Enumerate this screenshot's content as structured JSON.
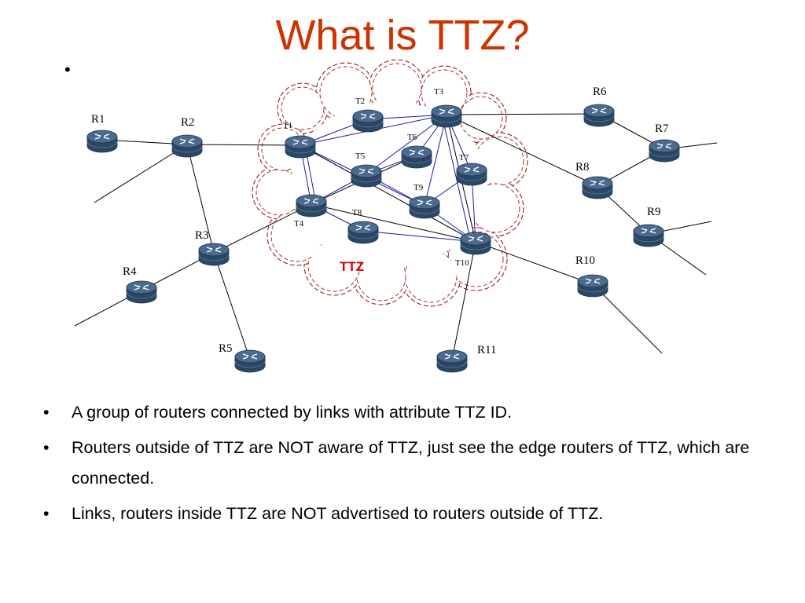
{
  "slide": {
    "title": "What is TTZ?",
    "stray_bullet": "•"
  },
  "diagram": {
    "zone_label": "TTZ",
    "outside_routers": [
      "R1",
      "R2",
      "R3",
      "R4",
      "R5",
      "R6",
      "R7",
      "R8",
      "R9",
      "R10",
      "R11"
    ],
    "ttz_routers": [
      "T1",
      "T2",
      "T3",
      "T4",
      "T5",
      "T6",
      "T7",
      "T8",
      "T9",
      "T10"
    ],
    "colors": {
      "title": "#cc3300",
      "outside_link": "#000000",
      "ttz_link": "#1a1aa8",
      "ttz_boundary": "#9b1c1c",
      "ttz_label": "#e00000",
      "router_top": "#4a6a8e",
      "router_body": "#2c4766"
    },
    "router_icon": "router-icon"
  },
  "bullets": [
    "A group of routers connected by links with attribute TTZ ID.",
    "Routers outside of TTZ are NOT aware of TTZ, just see the edge routers of TTZ, which are connected.",
    "Links, routers inside TTZ are NOT advertised to routers outside of TTZ."
  ],
  "bullet_mark": "•"
}
